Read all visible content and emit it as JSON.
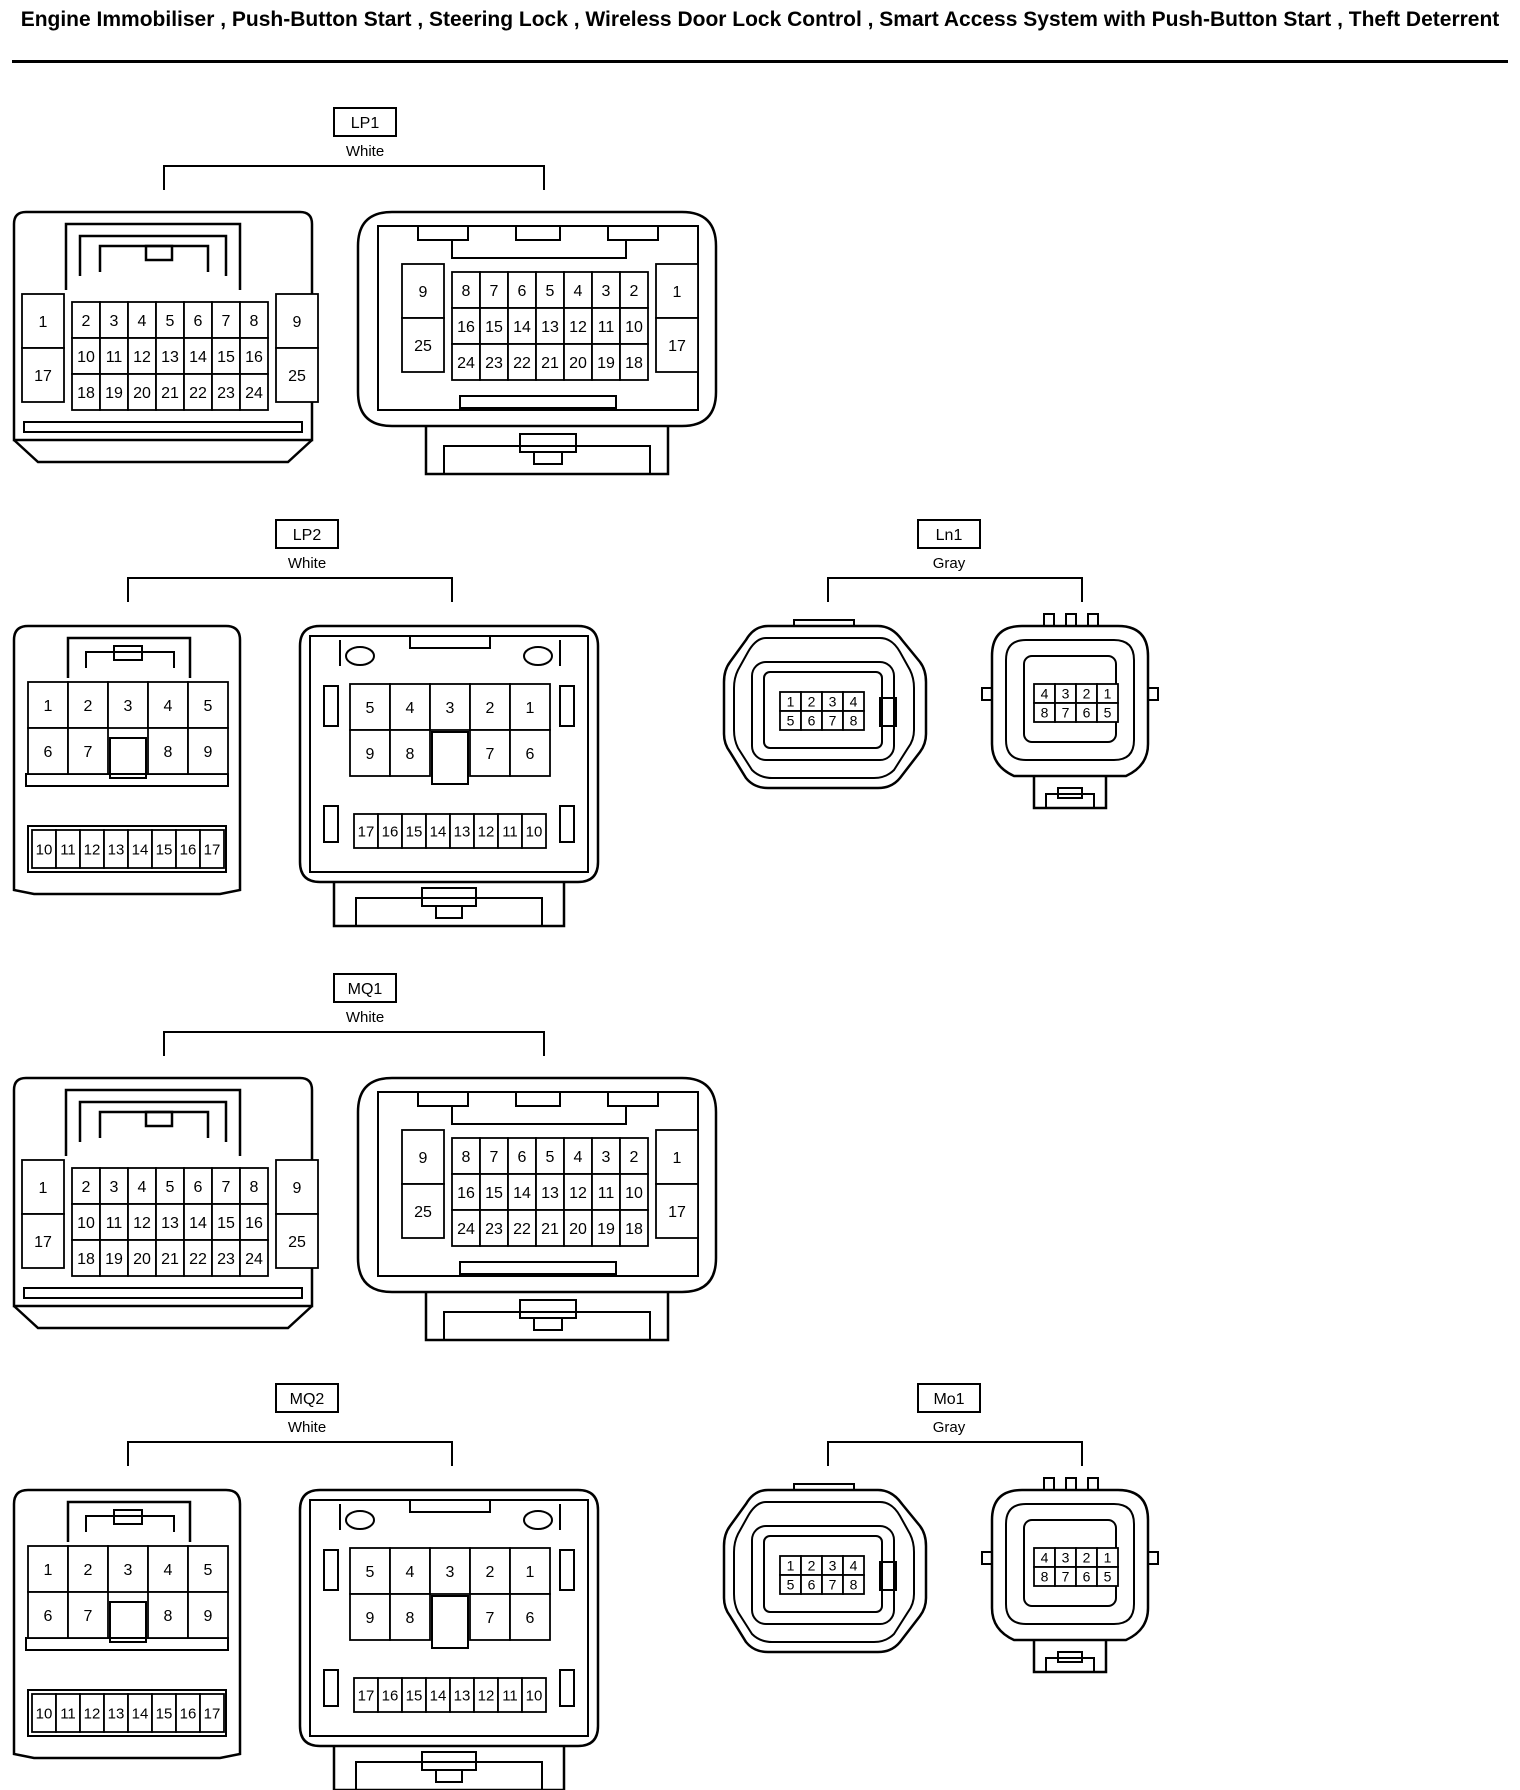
{
  "title": "Engine Immobiliser , Push-Button Start , Steering Lock , Wireless Door Lock Control , Smart Access System with Push-Button Start , Theft Deterrent",
  "connectors": [
    {
      "id": "LP1",
      "color": "White",
      "type": "25pin"
    },
    {
      "id": "LP2",
      "color": "White",
      "type": "17pin"
    },
    {
      "id": "Ln1",
      "color": "Gray",
      "type": "8pin"
    },
    {
      "id": "MQ1",
      "color": "White",
      "type": "25pin"
    },
    {
      "id": "MQ2",
      "color": "White",
      "type": "17pin"
    },
    {
      "id": "Mo1",
      "color": "Gray",
      "type": "8pin"
    }
  ],
  "pinouts": {
    "p25_male": {
      "left": [
        "1",
        "17"
      ],
      "top": [
        "2",
        "3",
        "4",
        "5",
        "6",
        "7",
        "8"
      ],
      "mid": [
        "10",
        "11",
        "12",
        "13",
        "14",
        "15",
        "16"
      ],
      "bottom": [
        "18",
        "19",
        "20",
        "21",
        "22",
        "23",
        "24"
      ],
      "right": [
        "9",
        "25"
      ]
    },
    "p25_female": {
      "left": [
        "9",
        "25"
      ],
      "top": [
        "8",
        "7",
        "6",
        "5",
        "4",
        "3",
        "2"
      ],
      "mid": [
        "16",
        "15",
        "14",
        "13",
        "12",
        "11",
        "10"
      ],
      "bottom": [
        "24",
        "23",
        "22",
        "21",
        "20",
        "19",
        "18"
      ],
      "right": [
        "1",
        "17"
      ]
    },
    "p17_male": {
      "row1": [
        "1",
        "2",
        "3",
        "4",
        "5"
      ],
      "row2": [
        "6",
        "7",
        "",
        "8",
        "9"
      ],
      "row3": [
        "10",
        "11",
        "12",
        "13",
        "14",
        "15",
        "16",
        "17"
      ]
    },
    "p17_female": {
      "row1": [
        "5",
        "4",
        "3",
        "2",
        "1"
      ],
      "row2": [
        "9",
        "8",
        "",
        "7",
        "6"
      ],
      "row3": [
        "17",
        "16",
        "15",
        "14",
        "13",
        "12",
        "11",
        "10"
      ]
    },
    "p8_male": {
      "row1": [
        "1",
        "2",
        "3",
        "4"
      ],
      "row2": [
        "5",
        "6",
        "7",
        "8"
      ]
    },
    "p8_female": {
      "row1": [
        "4",
        "3",
        "2",
        "1"
      ],
      "row2": [
        "8",
        "7",
        "6",
        "5"
      ]
    }
  }
}
